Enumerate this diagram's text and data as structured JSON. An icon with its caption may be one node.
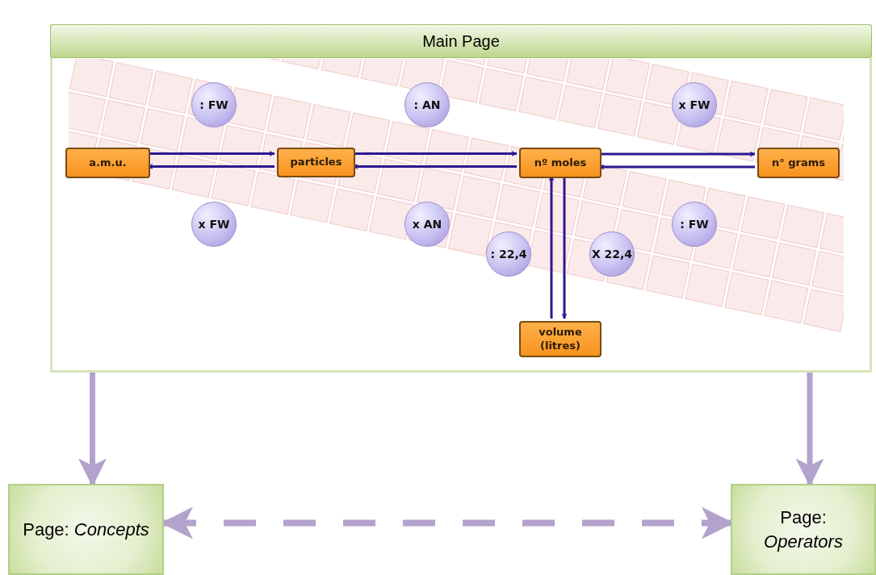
{
  "diagram": {
    "nodes": [
      {
        "text": [
          "Main Page"
        ]
      },
      {
        "text": [
          ": FW"
        ],
        "in": 0
      },
      {
        "text": [
          ": AN"
        ],
        "in": 0
      },
      {
        "text": [
          "x FW"
        ],
        "in": 0
      },
      {
        "text": [
          "a.m.u."
        ],
        "in": 0
      },
      {
        "text": [
          "particles"
        ],
        "in": 0
      },
      {
        "text": [
          "nº moles"
        ],
        "in": 0
      },
      {
        "text": [
          "n° grams"
        ],
        "in": 0
      },
      {
        "text": [
          "x FW"
        ],
        "in": 0
      },
      {
        "text": [
          "x AN"
        ],
        "in": 0
      },
      {
        "text": [
          ": FW"
        ],
        "in": 0
      },
      {
        "text": [
          ": 22,4"
        ],
        "in": 0
      },
      {
        "text": [
          "X 22,4"
        ],
        "in": 0
      },
      {
        "text": [
          "volume (litres)"
        ],
        "in": 0
      },
      {
        "text": [
          "Page: *Concepts*"
        ]
      },
      {
        "text": [
          "Page: *Operators*"
        ]
      }
    ],
    "edges": [
      {
        "from": 4,
        "to": 5,
        "arrow": "to"
      },
      {
        "from": 5,
        "to": 4,
        "arrow": "to"
      },
      {
        "from": 5,
        "to": 6,
        "arrow": "to"
      },
      {
        "from": 6,
        "to": 5,
        "arrow": "to"
      },
      {
        "from": 6,
        "to": 7,
        "arrow": "to"
      },
      {
        "from": 7,
        "to": 6,
        "arrow": "to"
      },
      {
        "from": 13,
        "to": 6,
        "arrow": "to"
      },
      {
        "from": 6,
        "to": 13,
        "arrow": "to"
      },
      {
        "from": 0,
        "to": 14,
        "arrow": "to",
        "style": "thick",
        "color": "#b3a2cc"
      },
      {
        "from": 0,
        "to": 15,
        "arrow": "to",
        "style": "thick",
        "color": "#b3a2cc"
      },
      {
        "from": 14,
        "to": 15,
        "arrow": "both",
        "style": "dashed",
        "color": "#b3a2cc"
      }
    ]
  }
}
